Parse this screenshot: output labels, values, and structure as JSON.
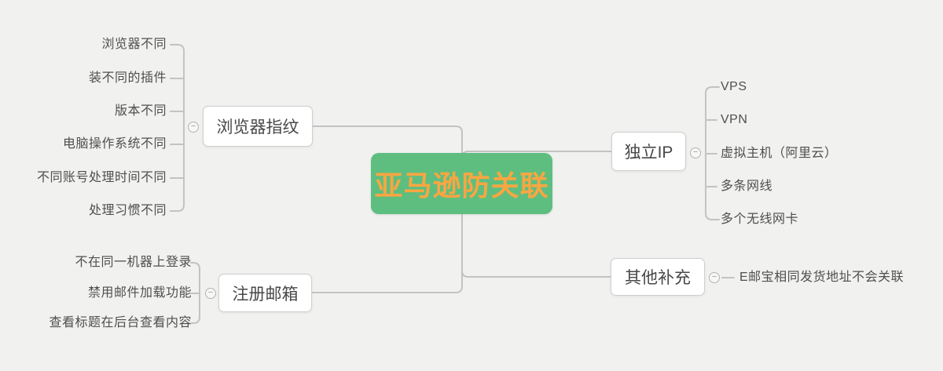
{
  "central": {
    "label": "亚马逊防关联"
  },
  "branches": [
    {
      "label": "浏览器指纹",
      "leaves": [
        "浏览器不同",
        "装不同的插件",
        "版本不同",
        "电脑操作系统不同",
        "不同账号处理时间不同",
        "处理习惯不同"
      ]
    },
    {
      "label": "注册邮箱",
      "leaves": [
        "不在同一机器上登录",
        "禁用邮件加载功能",
        "查看标题在后台查看内容"
      ]
    },
    {
      "label": "独立IP",
      "leaves": [
        "VPS",
        "VPN",
        "虚拟主机（阿里云）",
        "多条网线",
        "多个无线网卡"
      ]
    },
    {
      "label": "其他补充",
      "leaves": [
        "E邮宝相同发货地址不会关联"
      ]
    }
  ],
  "icons": {
    "collapse": "−"
  },
  "colors": {
    "background": "#f1f1f0",
    "central_bg": "#5ebe80",
    "central_text": "#f8a642",
    "connector": "#c3c3c3",
    "box_border": "#cfcfcf",
    "text": "#4f4f4f"
  }
}
